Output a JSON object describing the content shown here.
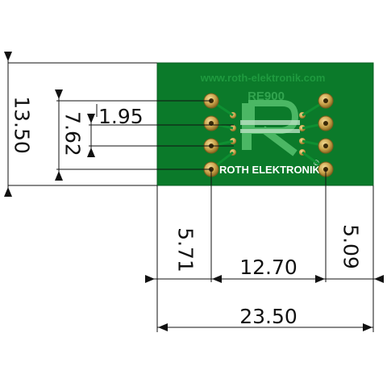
{
  "board": {
    "url_text": "www.roth-elektronik.com",
    "part_number": "RE900",
    "brand_text": "ROTH ELEKTRONIK",
    "registered_mark": "®",
    "pcb_color": "#0b7a2a",
    "pad_color": "#c9a24a"
  },
  "dimensions": {
    "overall_width": "23.50",
    "overall_height": "13.50",
    "row_spacing": "7.62",
    "pin_pitch": "1.95",
    "left_offset": "5.71",
    "pin_span": "12.70",
    "right_offset": "5.09"
  }
}
